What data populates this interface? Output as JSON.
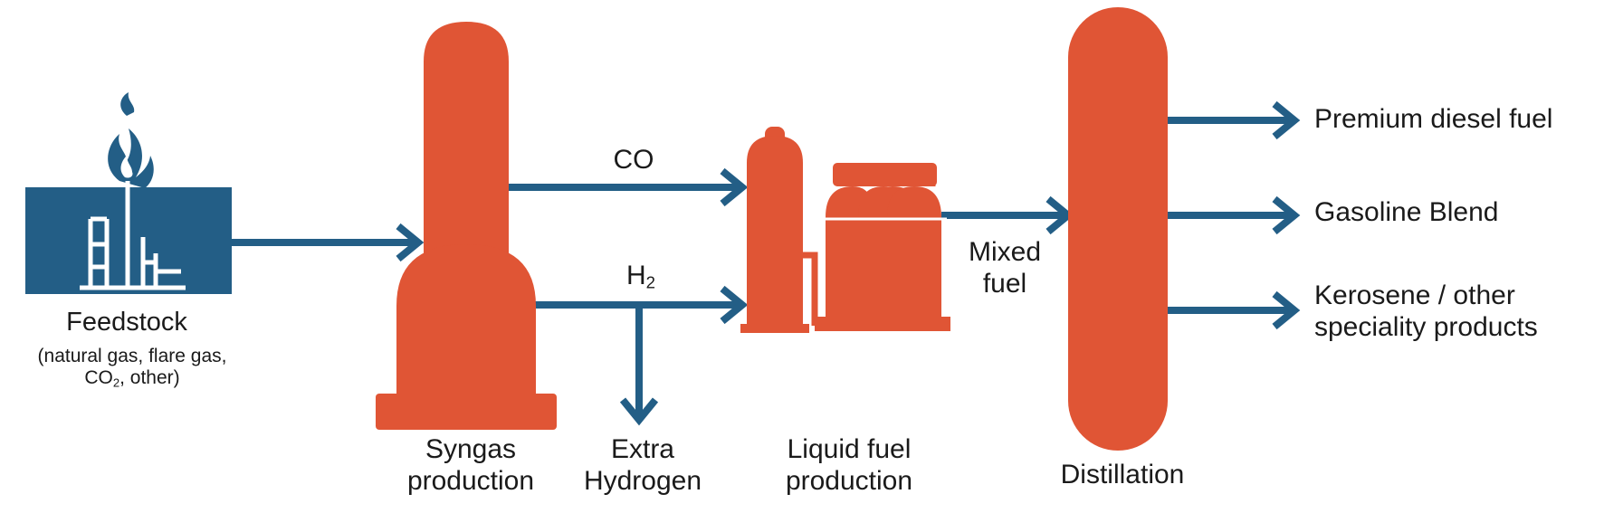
{
  "colors": {
    "process": "#e05535",
    "flow": "#235e86",
    "text": "#1a1a1a"
  },
  "icons": [
    "refinery-flame-icon",
    "syngas-reactor-icon",
    "liquid-fuel-reactor-icon",
    "distillation-column-icon"
  ],
  "feedstock": {
    "title": "Feedstock",
    "detail_line1": "(natural gas, flare gas,",
    "detail_co": "CO",
    "detail_sub": "2",
    "detail_rest": ", other)"
  },
  "syngas": {
    "line1": "Syngas",
    "line2": "production"
  },
  "streams": {
    "co": "CO",
    "h2_base": "H",
    "h2_sub": "2"
  },
  "extra_hydrogen": {
    "line1": "Extra",
    "line2": "Hydrogen"
  },
  "liquid_fuel": {
    "line1": "Liquid fuel",
    "line2": "production"
  },
  "mixed_fuel": {
    "line1": "Mixed",
    "line2": "fuel"
  },
  "distillation": "Distillation",
  "products": {
    "diesel": "Premium diesel fuel",
    "gasoline": "Gasoline Blend",
    "kerosene_line1": "Kerosene / other",
    "kerosene_line2": "speciality products"
  }
}
